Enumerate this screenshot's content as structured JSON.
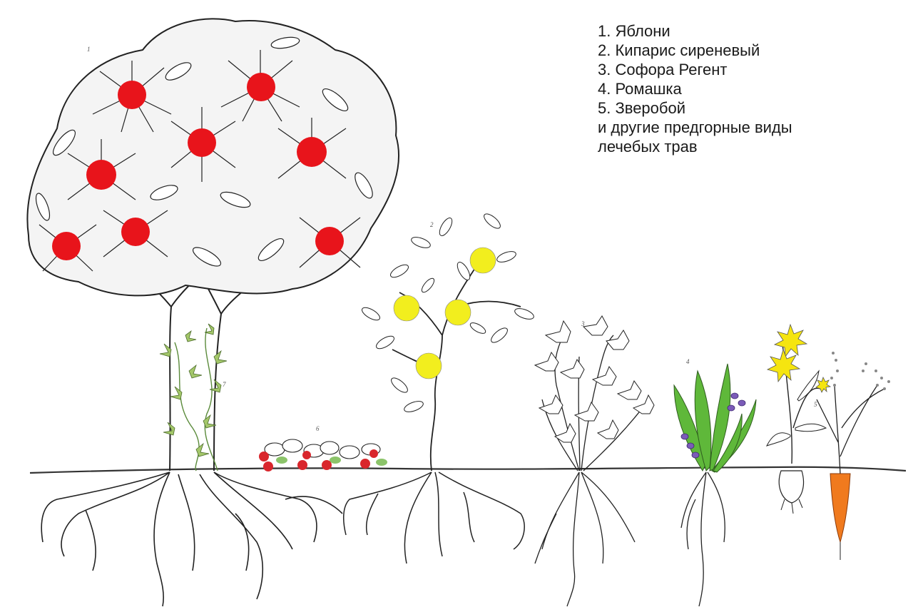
{
  "legend": {
    "items": [
      "1. Яблони",
      "2. Кипарис сиреневый",
      "3. Софора Регент",
      "4. Ромашка",
      "5. Зверобой"
    ],
    "note_line1": "и другие предгорные виды",
    "note_line2": "лечебых трав"
  },
  "plant_tags": [
    "1",
    "2",
    "3",
    "4",
    "5",
    "6",
    "7"
  ],
  "colors": {
    "ink": "#1a1a1a",
    "apple_fruit": "#e8141b",
    "yellow_fruit": "#f2ee1e",
    "strawberry": "#d9262c",
    "leaf_green": "#5fb83a",
    "vine_green": "#a4c76a",
    "carrot": "#f07a1e",
    "flower_yellow": "#f5e510",
    "bell_purple": "#7b5bb8"
  }
}
